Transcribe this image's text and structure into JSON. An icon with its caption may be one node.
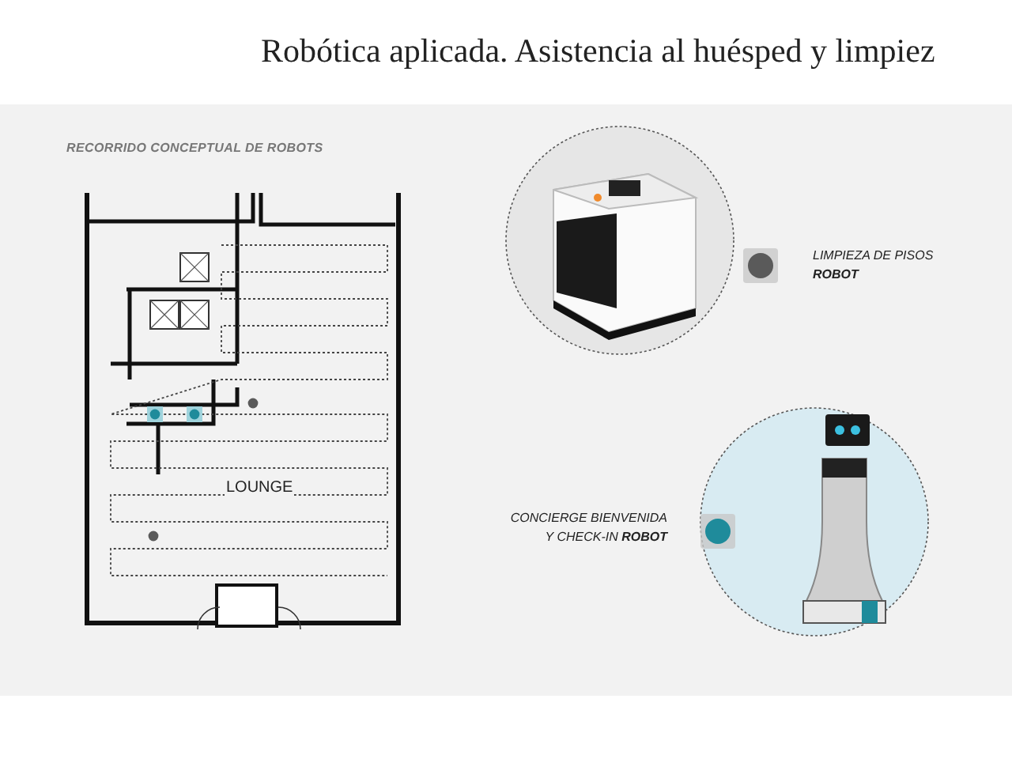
{
  "diagram": {
    "title": "Robótica aplicada. Asistencia al huésped y limpiez",
    "labels": [
      "RECORRIDO CONCEPTUAL DE ROBOTS",
      "LOUNGE"
    ],
    "legend": [
      {
        "text": "LIMPIEZA DE PISOS **ROBOT**",
        "color": "#5a5a5a"
      },
      {
        "text": "CONCIERGE BIENVENIDA Y CHECK-IN **ROBOT**",
        "color": "#1f8b9b"
      }
    ]
  }
}
